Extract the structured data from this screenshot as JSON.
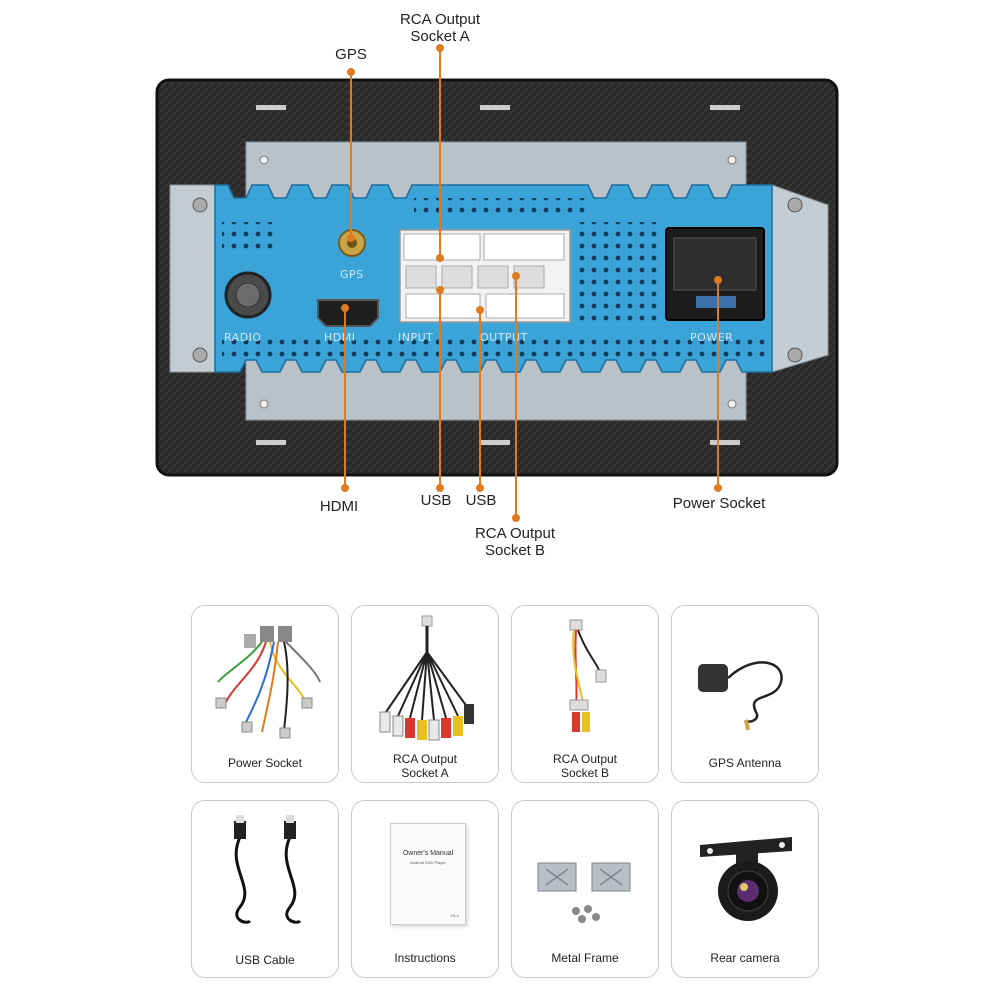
{
  "diagram": {
    "port_labels": {
      "radio": "RADIO",
      "hdmi": "HDMI",
      "input": "INPUT",
      "output": "OUTPUT",
      "power": "POWER",
      "gps": "GPS"
    },
    "callouts": {
      "gps": "GPS",
      "rca_a": [
        "RCA Output",
        "Socket A"
      ],
      "hdmi": "HDMI",
      "usb_1": "USB",
      "usb_2": "USB",
      "rca_b": [
        "RCA Output",
        "Socket B"
      ],
      "power": "Power Socket"
    },
    "colors": {
      "callout_line": "#e07a1f",
      "bracket_blue": "#3aa3d8",
      "frame": "#262626"
    }
  },
  "accessories": [
    {
      "caption": [
        "Power Socket"
      ],
      "icon": "wiring-harness-icon"
    },
    {
      "caption": [
        "RCA Output",
        "Socket A"
      ],
      "icon": "rca-cable-icon"
    },
    {
      "caption": [
        "RCA Output",
        "Socket B"
      ],
      "icon": "rca-cable-icon"
    },
    {
      "caption": [
        "GPS Antenna"
      ],
      "icon": "gps-antenna-icon"
    },
    {
      "caption": [
        "USB Cable"
      ],
      "icon": "usb-cable-icon"
    },
    {
      "caption": [
        "Instructions"
      ],
      "icon": "manual-icon"
    },
    {
      "caption": [
        "Metal Frame"
      ],
      "icon": "metal-frame-icon"
    },
    {
      "caption": [
        "Rear camera"
      ],
      "icon": "camera-icon"
    }
  ],
  "manual": {
    "title": "Owner's Manual",
    "subtitle": "Android DVD Player",
    "code": "VS-1"
  }
}
